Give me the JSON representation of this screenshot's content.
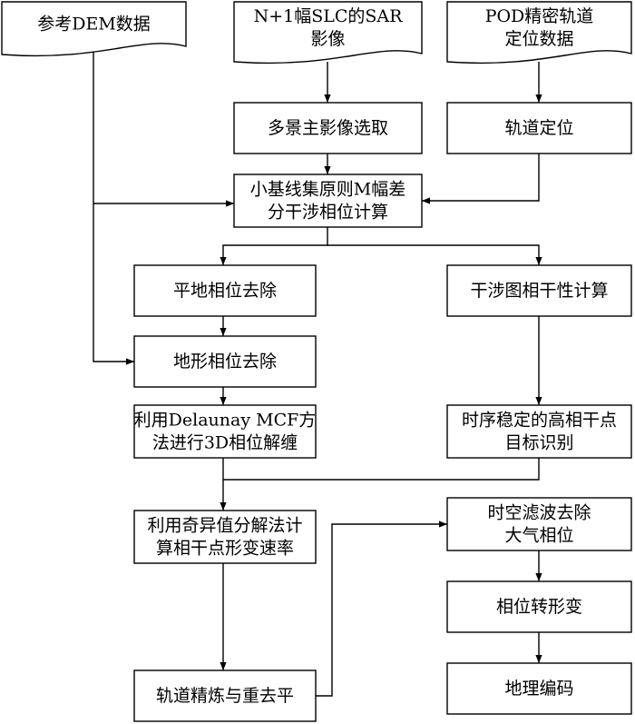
{
  "nodes": {
    "dem": {
      "kind": "document",
      "lines": [
        "参考DEM数据"
      ]
    },
    "sar": {
      "kind": "document",
      "lines": [
        "N+1幅SLC的SAR",
        "影像"
      ]
    },
    "pod": {
      "kind": "document",
      "lines": [
        "POD精密轨道",
        "定位数据"
      ]
    },
    "master": {
      "kind": "process",
      "lines": [
        "多景主影像选取"
      ]
    },
    "orbit": {
      "kind": "process",
      "lines": [
        "轨道定位"
      ]
    },
    "sbas": {
      "kind": "process",
      "lines": [
        "小基线集原则M幅差",
        "分干涉相位计算"
      ]
    },
    "flat": {
      "kind": "process",
      "lines": [
        "平地相位去除"
      ]
    },
    "coh": {
      "kind": "process",
      "lines": [
        "干涉图相干性计算"
      ]
    },
    "topo": {
      "kind": "process",
      "lines": [
        "地形相位去除"
      ]
    },
    "unwrap": {
      "kind": "process",
      "lines": [
        "利用Delaunay MCF方",
        "法进行3D相位解缠"
      ]
    },
    "pts": {
      "kind": "process",
      "lines": [
        "时序稳定的高相干点",
        "目标识别"
      ]
    },
    "svd": {
      "kind": "process",
      "lines": [
        "利用奇异值分解法计",
        "算相干点形变速率"
      ]
    },
    "atmo": {
      "kind": "process",
      "lines": [
        "时空滤波去除",
        "大气相位"
      ]
    },
    "deform": {
      "kind": "process",
      "lines": [
        "相位转形变"
      ]
    },
    "refine": {
      "kind": "process",
      "lines": [
        "轨道精炼与重去平"
      ]
    },
    "geocode": {
      "kind": "process",
      "lines": [
        "地理编码"
      ]
    }
  },
  "edges": [
    {
      "from": "sar",
      "to": "master"
    },
    {
      "from": "pod",
      "to": "orbit"
    },
    {
      "from": "master",
      "to": "sbas"
    },
    {
      "from": "orbit",
      "to": "sbas"
    },
    {
      "from": "dem",
      "to": "sbas"
    },
    {
      "from": "dem",
      "to": "topo"
    },
    {
      "from": "sbas",
      "to": "flat"
    },
    {
      "from": "sbas",
      "to": "coh"
    },
    {
      "from": "flat",
      "to": "topo"
    },
    {
      "from": "topo",
      "to": "unwrap"
    },
    {
      "from": "coh",
      "to": "pts"
    },
    {
      "from": "unwrap",
      "to": "svd"
    },
    {
      "from": "pts",
      "to": "svd"
    },
    {
      "from": "svd",
      "to": "refine"
    },
    {
      "from": "refine",
      "to": "atmo"
    },
    {
      "from": "atmo",
      "to": "deform"
    },
    {
      "from": "deform",
      "to": "geocode"
    }
  ]
}
